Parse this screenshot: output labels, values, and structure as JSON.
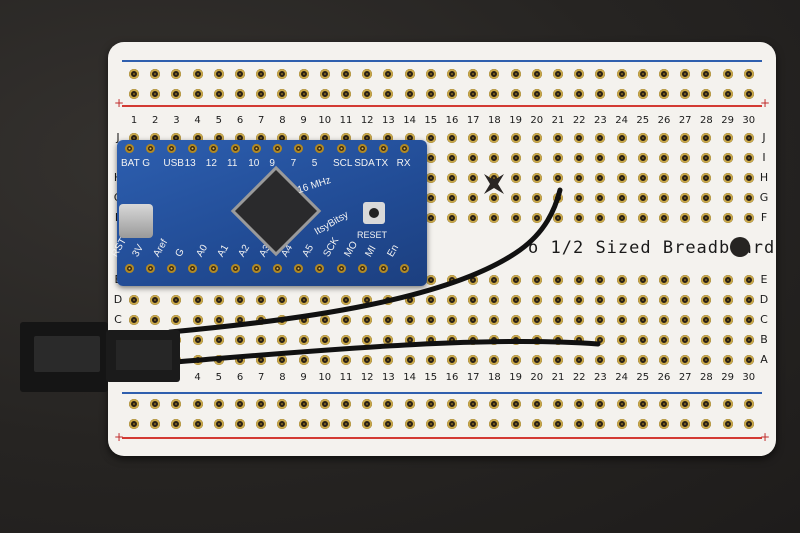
{
  "breadboard": {
    "title": "Sized Breadboard",
    "title_prefix": "o 1/2",
    "columns": [
      "1",
      "2",
      "3",
      "4",
      "5",
      "6",
      "7",
      "8",
      "9",
      "10",
      "11",
      "12",
      "13",
      "14",
      "15",
      "16",
      "17",
      "18",
      "19",
      "20",
      "21",
      "22",
      "23",
      "24",
      "25",
      "26",
      "27",
      "28",
      "29",
      "30"
    ],
    "top_rows": [
      "J",
      "I",
      "H",
      "G",
      "F"
    ],
    "bottom_rows": [
      "E",
      "D",
      "C",
      "B",
      "A"
    ],
    "plus": "+"
  },
  "board": {
    "pin_labels_top": [
      "BAT",
      "G",
      "USB",
      "13",
      "12",
      "11",
      "10",
      "9",
      "7",
      "5",
      "SCL",
      "SDA",
      "TX",
      "RX"
    ],
    "pin_labels_bottom": [
      "RST",
      "3V",
      "Aref",
      "G",
      "A0",
      "A1",
      "A2",
      "A3",
      "A4",
      "A5",
      "SCK",
      "MO",
      "MI",
      "En"
    ],
    "silk_name": "ItsyBitsy",
    "silk_speed": "16 MHz",
    "silk_reset": "RESET"
  },
  "colors": {
    "board_bg": "#f4f2ee",
    "pcb": "#2d5fb0",
    "rail_red": "#d33a33",
    "rail_blue": "#2f5fae"
  }
}
